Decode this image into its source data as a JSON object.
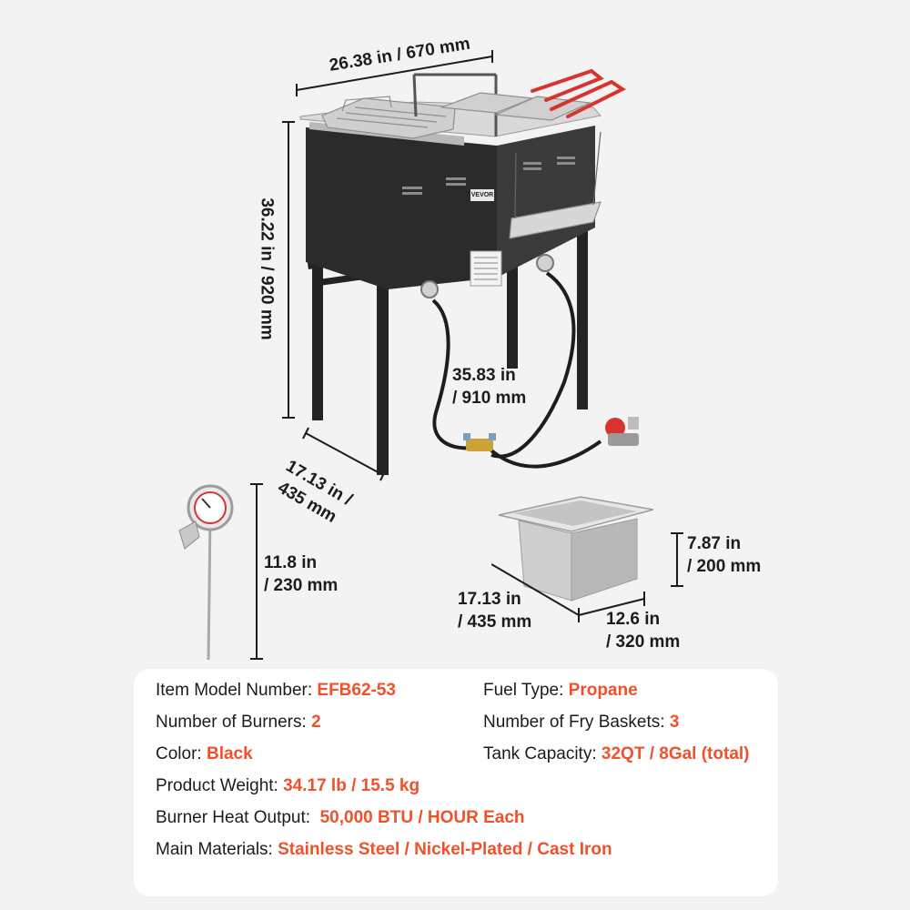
{
  "dimensions": {
    "width": "26.38 in / 670 mm",
    "height": "36.22 in / 920 mm",
    "depth_line1": "17.13 in /",
    "depth_line2": "435 mm",
    "hose_line1": "35.83 in",
    "hose_line2": "/ 910 mm",
    "thermometer_line1": "11.8 in",
    "thermometer_line2": "/ 230 mm",
    "tank_height_line1": "7.87 in",
    "tank_height_line2": "/ 200 mm",
    "tank_depth_line1": "17.13 in",
    "tank_depth_line2": "/ 435 mm",
    "tank_width_line1": "12.6 in",
    "tank_width_line2": "/ 320 mm"
  },
  "brand_plate": "VEVOR",
  "specs": {
    "model_label": "Item Model Number: ",
    "model_value": "EFB62-53",
    "fuel_label": "Fuel Type: ",
    "fuel_value": "Propane",
    "burners_label": "Number of Burners: ",
    "burners_value": "2",
    "baskets_label": "Number of Fry Baskets: ",
    "baskets_value": "3",
    "color_label": "Color: ",
    "color_value": "Black",
    "tank_label": "Tank Capacity: ",
    "tank_value": "32QT / 8Gal (total)",
    "weight_label": "Product Weight: ",
    "weight_value": "34.17 lb / 15.5 kg",
    "heat_label": "Burner Heat Output:  ",
    "heat_value": "50,000 BTU / HOUR Each",
    "materials_label": "Main Materials: ",
    "materials_value": "Stainless Steel / Nickel-Plated / Cast Iron"
  },
  "colors": {
    "background": "#f3f3f3",
    "accent": "#f0512a",
    "frame": "#2a2a2a",
    "steel": "#c9c9c9",
    "handle": "#d8342f"
  },
  "icons": [
    "fryer-product-image",
    "thermometer-image",
    "fry-tank-image"
  ]
}
